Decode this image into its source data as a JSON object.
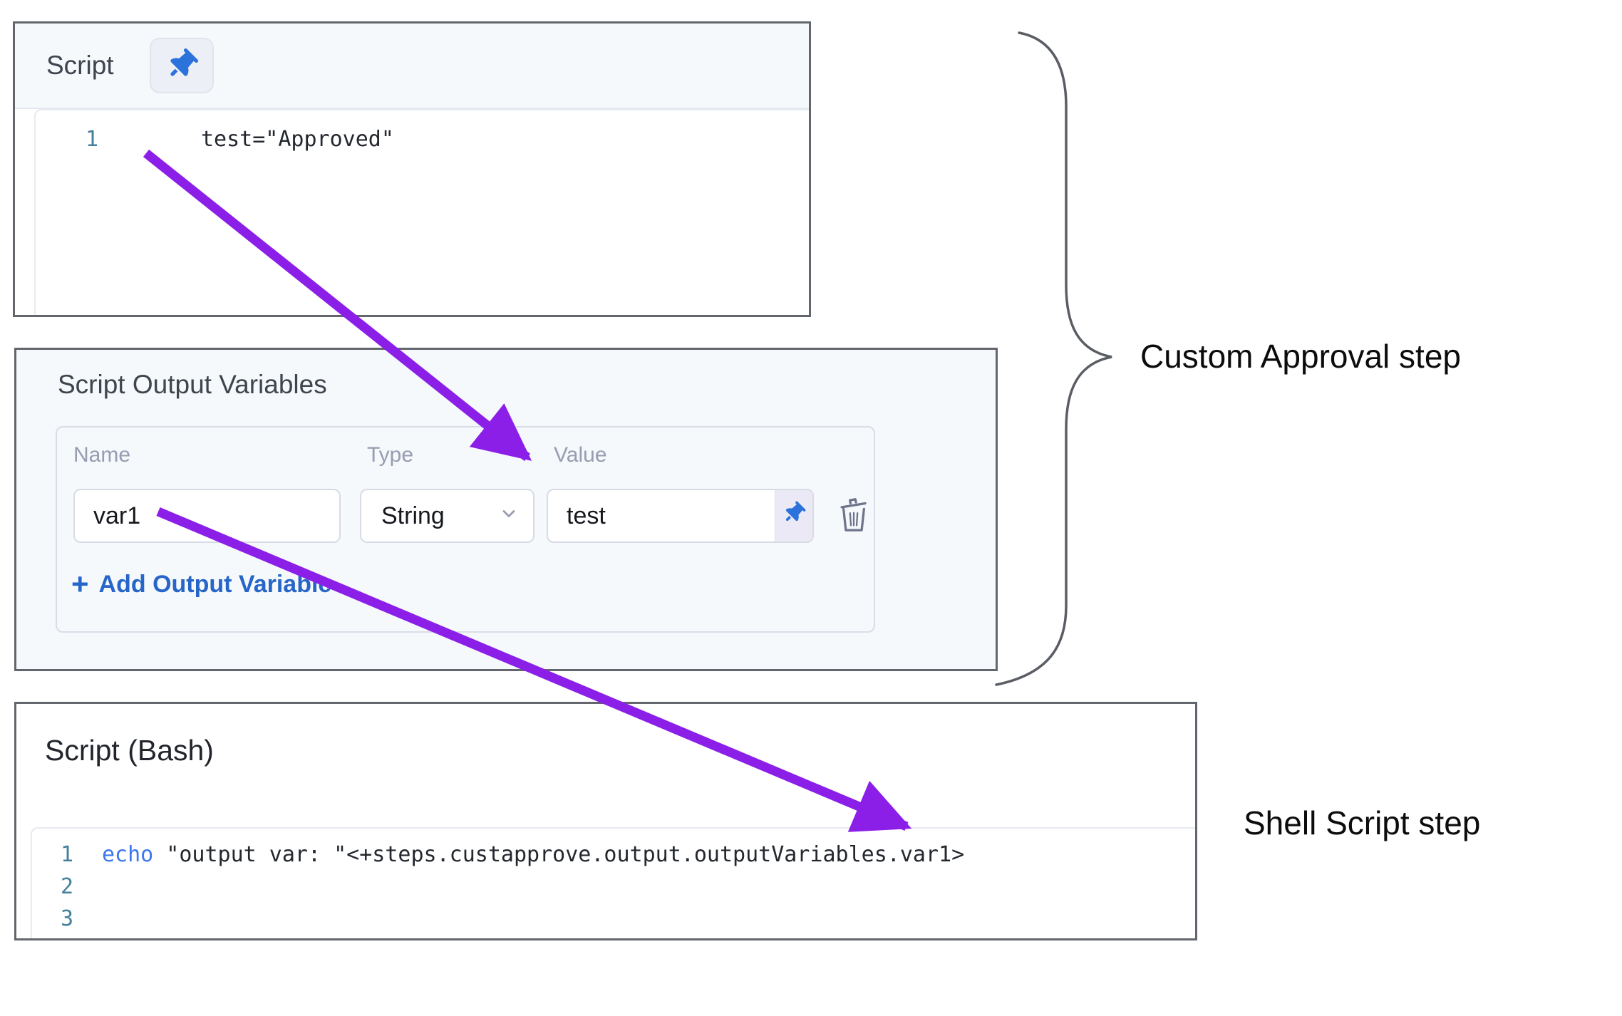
{
  "colors": {
    "arrow_purple": "#8b1fe8",
    "pin_blue": "#2b72da",
    "link_blue": "#2766c8",
    "line_number_teal": "#45809c",
    "keyword_blue": "#3b76f0",
    "panel_border": "#63666c",
    "panel_bg_light": "#f5f9fc"
  },
  "top_panel": {
    "title": "Script",
    "pin_icon": "pushpin-icon",
    "editor": {
      "lines": [
        {
          "number": "1",
          "code": "test=\"Approved\""
        }
      ]
    }
  },
  "variables_panel": {
    "title": "Script Output Variables",
    "labels": {
      "name": "Name",
      "type": "Type",
      "value": "Value"
    },
    "row": {
      "name_value": "var1",
      "type_value": "String",
      "value_value": "test"
    },
    "icons": {
      "value_pin": "pushpin-icon",
      "delete": "trash-icon",
      "type_chevron": "chevron-down-icon"
    },
    "add_variable_plus": "+",
    "add_variable_label": "Add Output Variable"
  },
  "bash_panel": {
    "title": "Script (Bash)",
    "editor": {
      "lines": [
        {
          "number": "1",
          "keyword": "echo",
          "code": " \"output var: \"<+steps.custapprove.output.outputVariables.var1>"
        },
        {
          "number": "2",
          "keyword": "",
          "code": ""
        },
        {
          "number": "3",
          "keyword": "",
          "code": ""
        }
      ]
    }
  },
  "annotations": {
    "custom_approval_label": "Custom Approval step",
    "shell_script_label": "Shell Script step"
  }
}
